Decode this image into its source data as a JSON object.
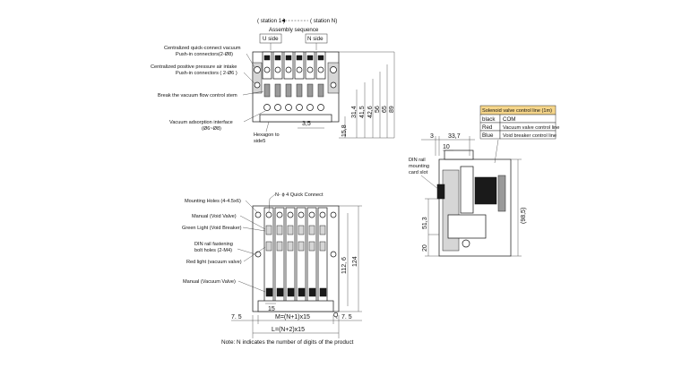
{
  "top_view": {
    "assembly_header": "( station 1 )",
    "assembly_header_right": "( station N)",
    "assembly_sequence": "Assembly sequence",
    "u_side": "U side",
    "n_side": "N side",
    "callouts": {
      "vacuum_connectors_1": "Centralized quick-connect vacuum",
      "vacuum_connectors_2": "Push-in connectors(2-Ø8)",
      "pressure_intake_1": "Centralized positive pressure air intake",
      "pressure_intake_2": "Push-in connectors ( 2-Ø6 )",
      "break_stem": "Break the vacuum flow control stem",
      "adsorption_1": "Vacuum adsorption interface",
      "adsorption_2": "(Ø6~Ø8)",
      "hexagon_1": "Hexagon to",
      "hexagon_2": "side5"
    },
    "dimensions": {
      "d_3_5": "3,5",
      "d_15_8": "15,8",
      "d_31_4": "31,4",
      "d_41_5": "41,5",
      "d_42_6": "42,6",
      "d_56": "56",
      "d_65": "65",
      "d_89": "89"
    }
  },
  "front_view": {
    "callouts": {
      "mounting_holes": "Mounting Holes (4-4.5x6)",
      "quick_connect": "N- ϕ 4 Quick Connect",
      "manual_void": "Manual (Void Valve)",
      "green_light": "Green Light (Void Breaker)",
      "din_holes_1": "DIN rail fastening",
      "din_holes_2": "bolt holes (2-M4)",
      "red_light": "Red light (vacuum valve)",
      "manual_vacuum": "Manual (Vacuum Valve)"
    },
    "dimensions": {
      "d_15": "15",
      "d_112_6": "112, 6",
      "d_124": "124",
      "d_7_5_left": "7. 5",
      "d_7_5_right": "7. 5",
      "m_formula": "M=(N+1)x15",
      "l_formula": "L=(N+2)x15",
      "q_mark": "Q"
    },
    "note": "Note: N indicates the number of digits of the product"
  },
  "side_view": {
    "dimensions": {
      "d_3": "3",
      "d_33_7": "33,7",
      "d_10": "10",
      "d_51_3": "51,3",
      "d_20": "20",
      "d_98_5": "(98,5)"
    },
    "din_slot_1": "DIN rail",
    "din_slot_2": "mounting",
    "din_slot_3": "card slot"
  },
  "wire_table": {
    "header": "Solenoid valve control line (1m)",
    "rows": [
      {
        "color": "black",
        "function": "COM"
      },
      {
        "color": "Red",
        "function": "Vacuum valve control line"
      },
      {
        "color": "Blue",
        "function": "Void breaker control line"
      }
    ],
    "header_color": "#f5d58a"
  }
}
